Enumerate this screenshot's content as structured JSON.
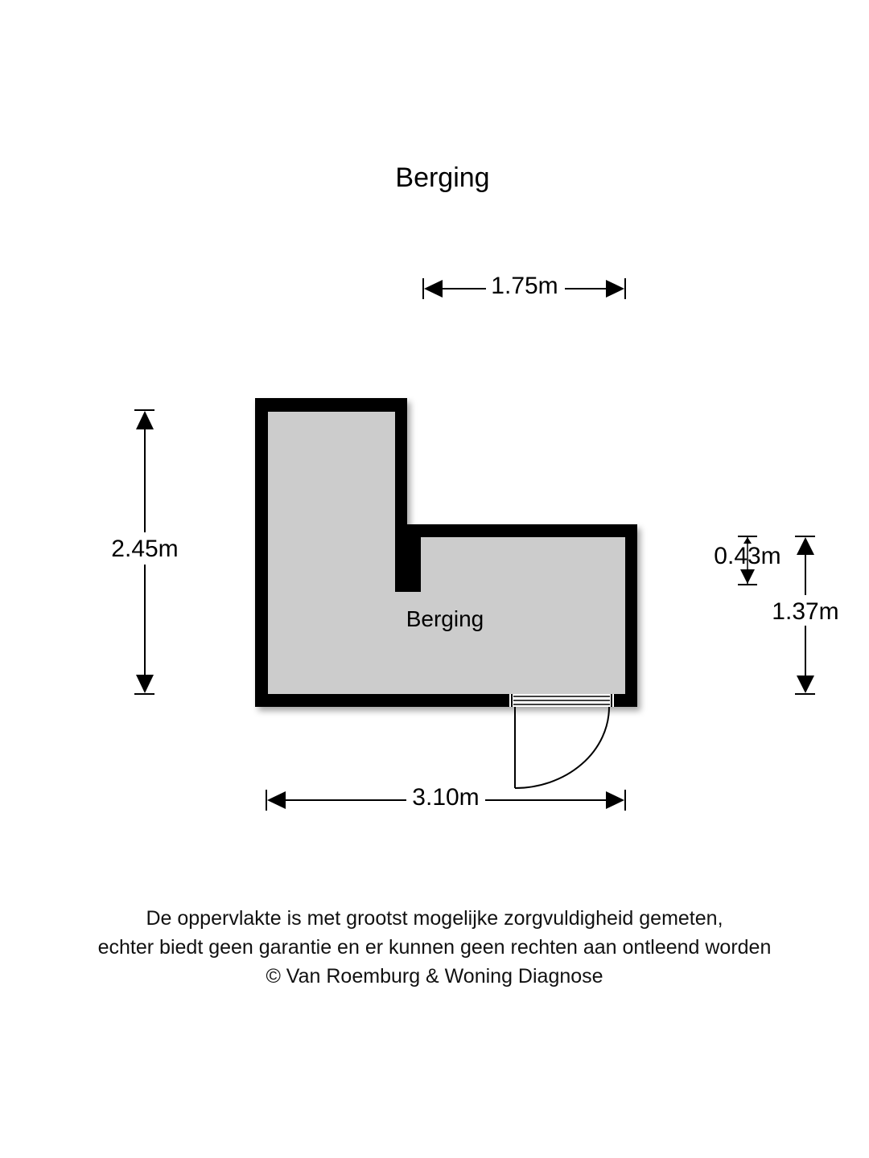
{
  "title": "Berging",
  "room": {
    "label": "Berging",
    "fill_color": "#cccccc",
    "wall_color": "#000000"
  },
  "dimensions": {
    "top_width": "1.75m",
    "left_height": "2.45m",
    "bottom_width": "3.10m",
    "right_short": "0.43m",
    "right_tall": "1.37m"
  },
  "footer": {
    "line1": "De oppervlakte is met grootst mogelijke zorgvuldigheid gemeten,",
    "line2": "echter biedt geen garantie en er kunnen geen rechten aan ontleend worden",
    "line3": "© Van Roemburg & Woning Diagnose"
  }
}
